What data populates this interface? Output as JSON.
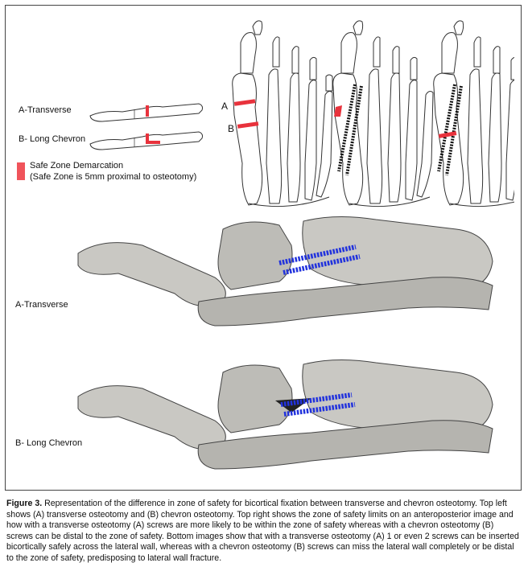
{
  "topLeft": {
    "labelA": "A-Transverse",
    "labelB": "B- Long Chevron"
  },
  "legend": {
    "line1": "Safe Zone Demarcation",
    "line2": "(Safe Zone is 5mm proximal to osteotomy)",
    "color": "#f0545b"
  },
  "ap": {
    "markerA": "A",
    "markerB": "B"
  },
  "lateral": {
    "labelA": "A-Transverse",
    "labelB": "B- Long Chevron"
  },
  "colors": {
    "bone": "#c9c8c3",
    "boneDark": "#8e8d88",
    "screw": "#2233dd",
    "safeZone": "#e8323c"
  },
  "caption": {
    "label": "Figure 3.",
    "text": "Representation of the difference in zone of safety for bicortical fixation between transverse and chevron osteotomy. Top left shows (A) transverse osteotomy and (B) chevron osteotomy. Top right shows the zone of safety limits on an anteroposterior image and how with a transverse osteotomy (A) screws are more likely to be within the zone of safety whereas with a chevron osteotomy (B) screws can be distal to the zone of safety. Bottom images show that with a transverse osteotomy (A) 1 or even 2 screws can be inserted bicortically safely across the lateral wall, whereas with a chevron osteotomy (B) screws can miss the lateral wall completely or be distal to the zone of safety, predisposing to lateral wall fracture."
  }
}
